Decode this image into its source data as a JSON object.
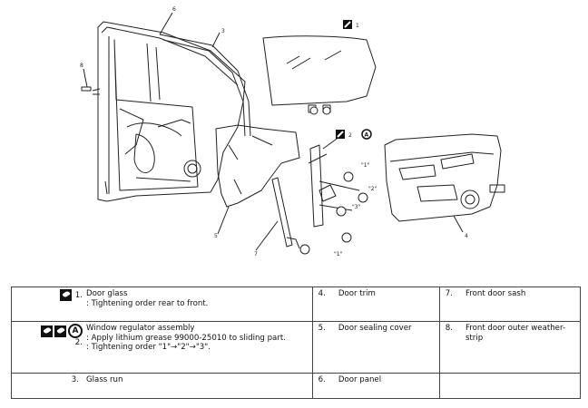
{
  "callouts": {
    "c1": "1",
    "c2": "2",
    "c3": "3",
    "c4": "4",
    "c5": "5",
    "c6": "6",
    "c7": "7",
    "c8": "8",
    "q1a": "\"1\"",
    "q2": "\"2\"",
    "q3": "\"3\"",
    "q1b": "\"1\""
  },
  "icon_letters": {
    "grease_label": "A"
  },
  "legend": {
    "r1c1": {
      "num": "1.",
      "text1": "Door glass",
      "text2": ": Tightening order rear to front."
    },
    "r1c2": {
      "num": "4.",
      "text": "Door trim"
    },
    "r1c3": {
      "num": "7.",
      "text": "Front door sash"
    },
    "r2c1": {
      "num": "2.",
      "text1": "Window regulator assembly",
      "text2": ": Apply lithium grease 99000-25010 to sliding part.",
      "text3": ": Tightening order \"1\"→\"2\"→\"3\"."
    },
    "r2c2": {
      "num": "5.",
      "text": "Door sealing cover"
    },
    "r2c3": {
      "num": "8.",
      "text": "Front door outer weather-strip"
    },
    "r3c1": {
      "num": "3.",
      "text": "Glass run"
    },
    "r3c2": {
      "num": "6.",
      "text": "Door panel"
    },
    "r3c3": {
      "num": "",
      "text": ""
    }
  },
  "icons": [
    "torque-icon",
    "grease-icon"
  ]
}
